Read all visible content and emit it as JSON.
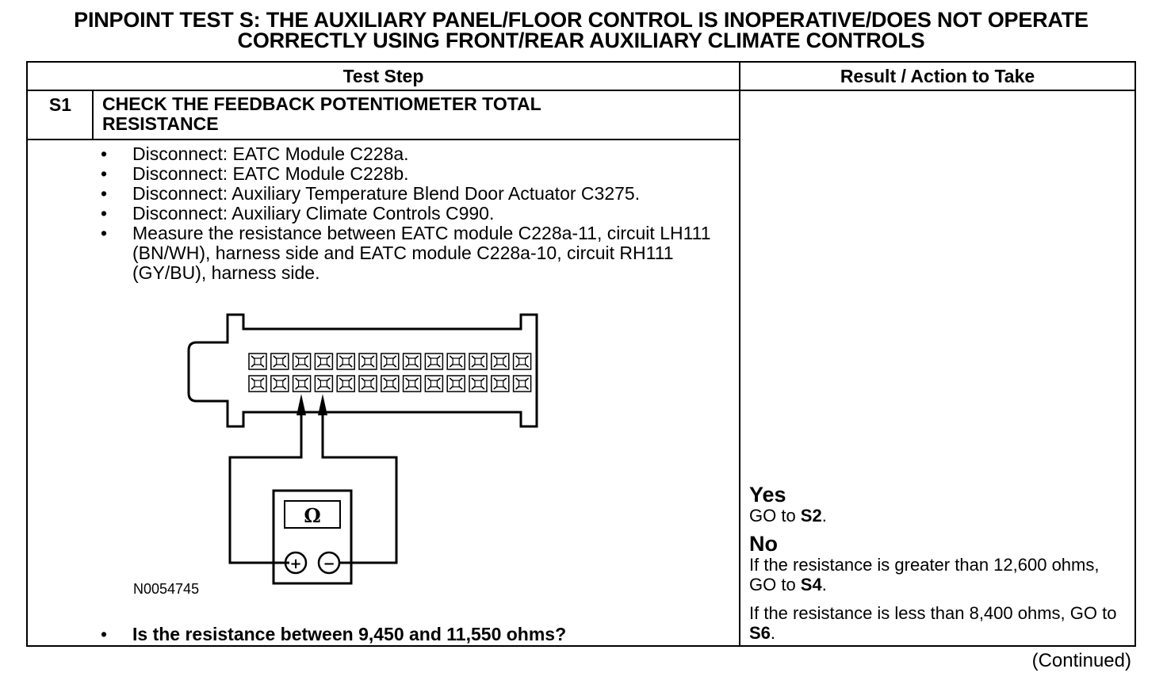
{
  "title": {
    "line1": "PINPOINT TEST  S: THE AUXILIARY PANEL/FLOOR CONTROL IS INOPERATIVE/DOES NOT OPERATE",
    "line2": "CORRECTLY USING FRONT/REAR AUXILIARY CLIMATE CONTROLS"
  },
  "table": {
    "col_test_step": "Test Step",
    "col_result": "Result / Action to Take"
  },
  "step": {
    "id": "S1",
    "title_line1": "CHECK THE FEEDBACK POTENTIOMETER TOTAL",
    "title_line2": "RESISTANCE",
    "bullet_symbol": "•",
    "bullets": [
      "Disconnect: EATC Module C228a.",
      "Disconnect: EATC Module C228b.",
      "Disconnect: Auxiliary Temperature Blend Door Actuator C3275.",
      "Disconnect: Auxiliary Climate Controls C990.",
      "Measure the resistance between EATC module C228a-11, circuit LH111 (BN/WH), harness side and EATC module C228a-10, circuit RH111 (GY/BU), harness side."
    ],
    "figure_code": "N0054745",
    "question": "Is the resistance between 9,450 and 11,550 ohms?"
  },
  "meter": {
    "symbol": "Ω",
    "plus": "+",
    "minus": "−"
  },
  "result": {
    "yes_label": "Yes",
    "yes_text": "GO to ",
    "yes_target": "S2",
    "yes_end": ".",
    "no_label": "No",
    "no1_text": "If the resistance is greater than 12,600 ohms, GO to ",
    "no1_target": "S4",
    "no1_end": ".",
    "no2_text": "If the resistance is less than 8,400 ohms, GO to ",
    "no2_target": "S6",
    "no2_end": "."
  },
  "footer": {
    "continued": "(Continued)"
  }
}
